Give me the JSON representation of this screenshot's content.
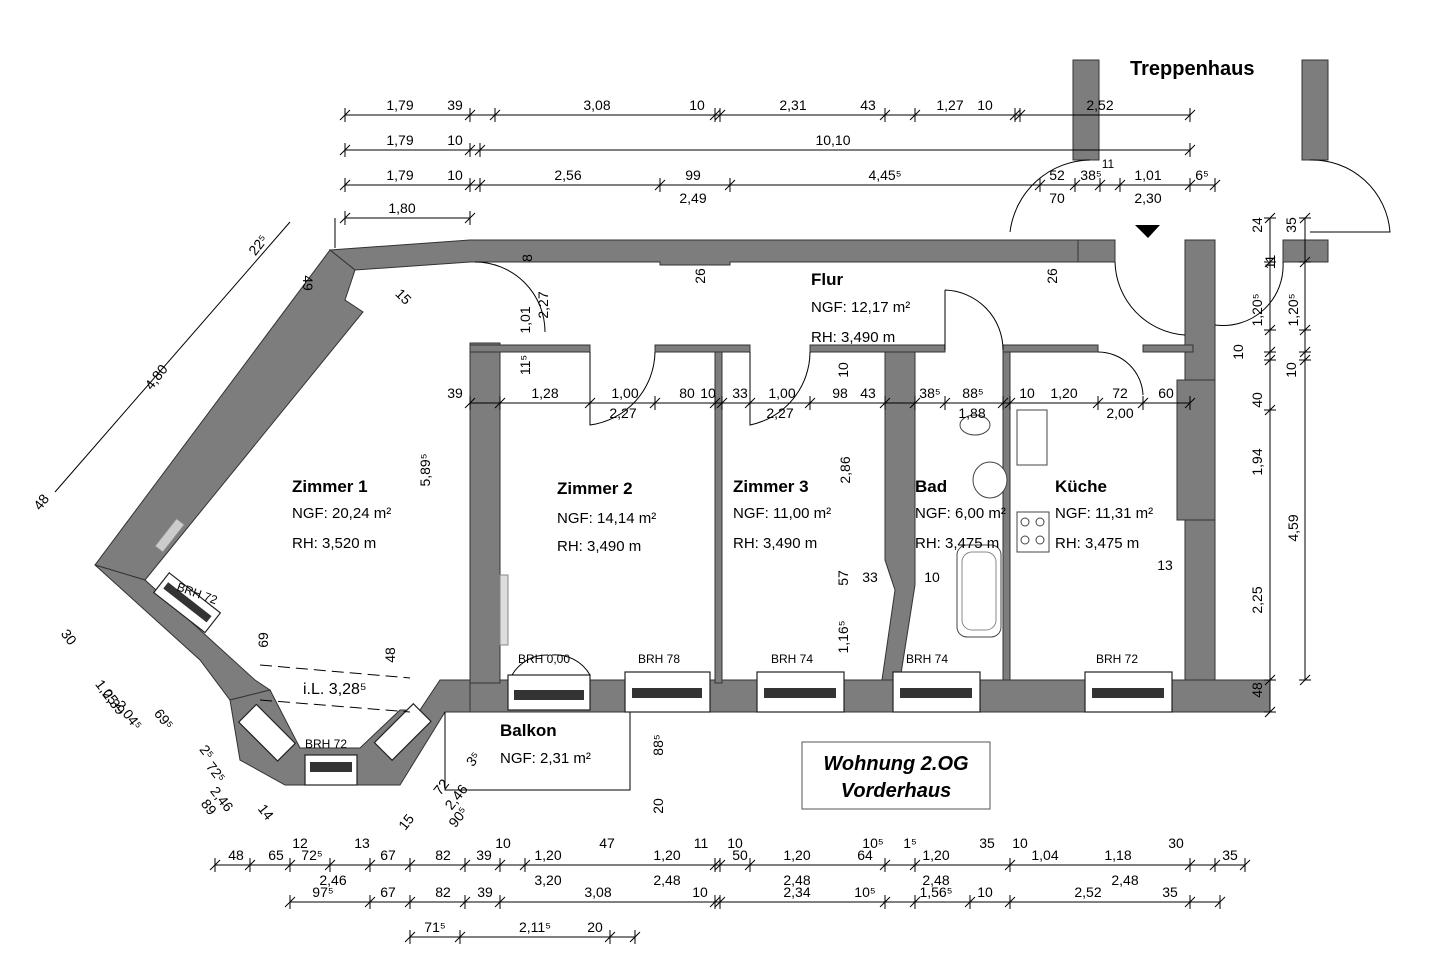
{
  "stairwell": "Treppenhaus",
  "title": {
    "line1": "Wohnung 2.OG",
    "line2": "Vorderhaus"
  },
  "rooms": [
    {
      "id": "zimmer1",
      "name": "Zimmer 1",
      "ngf": "NGF: 20,24 m²",
      "rh": "RH:   3,520 m"
    },
    {
      "id": "zimmer2",
      "name": "Zimmer 2",
      "ngf": "NGF: 14,14 m²",
      "rh": "RH:   3,490 m"
    },
    {
      "id": "zimmer3",
      "name": "Zimmer 3",
      "ngf": "NGF: 11,00 m²",
      "rh": "RH:   3,490 m"
    },
    {
      "id": "bad",
      "name": "Bad",
      "ngf": "NGF: 6,00 m²",
      "rh": "RH: 3,475 m"
    },
    {
      "id": "kueche",
      "name": "Küche",
      "ngf": "NGF: 11,31 m²",
      "rh": "RH:   3,475 m"
    },
    {
      "id": "flur",
      "name": "Flur",
      "ngf": "NGF: 12,17 m²",
      "rh": "RH:   3,490 m"
    },
    {
      "id": "balkon",
      "name": "Balkon",
      "ngf": "NGF: 2,31 m²",
      "rh": ""
    }
  ],
  "windows": [
    {
      "label": "BRH 72"
    },
    {
      "label": "BRH 72"
    },
    {
      "label": "BRH 0,00"
    },
    {
      "label": "BRH 78"
    },
    {
      "label": "BRH 74"
    },
    {
      "label": "BRH 74"
    },
    {
      "label": "BRH 72"
    }
  ],
  "bay_inner_length": "i.L. 3,28⁵",
  "dims_top": {
    "row1": [
      "1,79",
      "39",
      "3,08",
      "10",
      "2,31",
      "43",
      "1,27",
      "10",
      "2,52"
    ],
    "row2": [
      "1,79",
      "10",
      "10,10"
    ],
    "row3": [
      "1,79",
      "10",
      "2,56",
      "99",
      "4,45⁵",
      "52",
      "38⁵",
      "1,01",
      "6⁵"
    ],
    "row3b": [
      "2,49",
      "70",
      "11",
      "2,30"
    ],
    "row4": [
      "1,80"
    ]
  },
  "dims_mid": [
    "39",
    "1,28",
    "1,00",
    "80",
    "10",
    "33",
    "1,00",
    "98",
    "43",
    "38⁵",
    "88⁵",
    "10",
    "1,20",
    "72",
    "60"
  ],
  "dims_mid_b": [
    "2,27",
    "2,27",
    "1,88",
    "2,00"
  ],
  "dims_bottom": {
    "row1": [
      "48",
      "65",
      "72⁵",
      "67",
      "82",
      "39",
      "1,20",
      "1,20",
      "50",
      "1,20",
      "64",
      "1,20",
      "1,04",
      "1,18",
      "35"
    ],
    "row1top": [
      "12",
      "13",
      "10",
      "47",
      "11",
      "10",
      "10⁵",
      "1⁵",
      "35",
      "10",
      "30"
    ],
    "row1b": [
      "2,46",
      "3,20",
      "2,48",
      "2,48",
      "2,48",
      "2,48"
    ],
    "row2": [
      "97⁵",
      "67",
      "82",
      "39",
      "3,08",
      "10",
      "2,34",
      "10⁵",
      "1,56⁵",
      "10",
      "2,52",
      "35"
    ],
    "row3": [
      "71⁵",
      "2,11⁵",
      "20"
    ]
  },
  "dims_right": [
    "24",
    "35",
    "11",
    "1,20⁵",
    "1,20⁵",
    "10",
    "10",
    "40",
    "1,94",
    "4,59",
    "2,25",
    "48"
  ],
  "dims_misc": [
    "4,80",
    "22⁵",
    "49",
    "48",
    "15",
    "2,27",
    "1,01",
    "8",
    "11⁵",
    "26",
    "26",
    "5,89⁵",
    "2,86",
    "10",
    "57",
    "33",
    "10",
    "1,16⁵",
    "13",
    "69",
    "48",
    "30",
    "1,05",
    "2,39",
    "2,04⁵",
    "69⁵",
    "2⁵",
    "72⁵",
    "2,46",
    "89",
    "14",
    "15",
    "72",
    "2,46",
    "90⁵",
    "3⁵",
    "88⁵",
    "20"
  ]
}
